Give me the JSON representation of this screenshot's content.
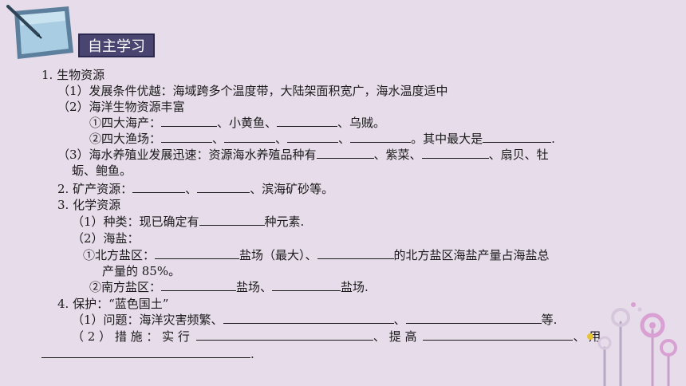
{
  "header": {
    "title": "自主学习"
  },
  "items": {
    "s1": "1. 生物资源",
    "s1_1": "（1）发展条件优越：海域跨多个温度带，大陆架面积宽广，海水温度适中",
    "s1_2": "（2）海洋生物资源丰富",
    "s1_2a_label": "①四大海产：",
    "s1_2a_sep1": "、小黄鱼、",
    "s1_2a_sep2": "、乌贼。",
    "s1_2b_label": "②四大渔场：",
    "s1_2b_sep": "、",
    "s1_2b_tail": "。其中最大是",
    "s1_2b_end": ".",
    "s1_3_label": "（3）海水养殖业发展迅速：资源海水养殖品种有",
    "s1_3_sep1": "、紫菜、",
    "s1_3_sep2": "、扇贝、牡",
    "s1_3_cont": "蛎、鲍鱼。",
    "s2_label": "2. 矿产资源：",
    "s2_sep": "、",
    "s2_tail": "、滨海矿砂等。",
    "s3": "3. 化学资源",
    "s3_1_label": "（1）种类：现已确定有",
    "s3_1_tail": "种元素.",
    "s3_2": "（2）海盐：",
    "s3_2a_label": "①北方盐区：",
    "s3_2a_mid": "盐场（最大）、",
    "s3_2a_tail": "的北方盐区海盐产量占海盐总",
    "s3_2a_cont": "产量的 85%。",
    "s3_2b_label": "②南方盐区：",
    "s3_2b_mid": "盐场、",
    "s3_2b_tail": "盐场.",
    "s4": "4. 保护：“蓝色国土”",
    "s4_1_label": "（1）问题：海洋灾害频繁、",
    "s4_1_sep": "、",
    "s4_1_tail": "等.",
    "s4_2_label": "（ 2 ） 措 施 ： 实 行",
    "s4_2_mid": "、 提 高",
    "s4_2_tail": "、 用",
    "s4_2_end": "."
  },
  "colors": {
    "background": "#e7dcea",
    "title_box": "#4a4470",
    "title_text": "#ffffff"
  }
}
